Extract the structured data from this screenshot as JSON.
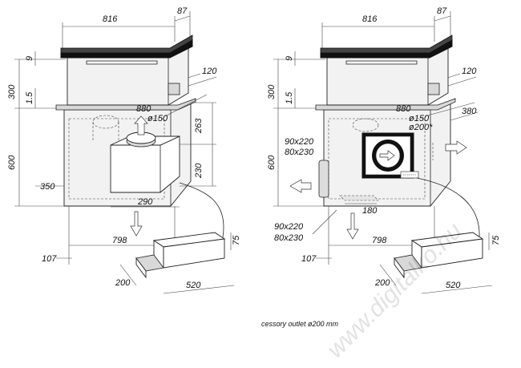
{
  "left": {
    "dims": {
      "w816": "816",
      "w87": "87",
      "h9": "9",
      "h300": "300",
      "h1_5": "1.5",
      "d120": "120",
      "d880": "880",
      "dia150": "ø150",
      "h263": "263",
      "h600": "600",
      "h230": "230",
      "w350": "350",
      "w290": "290",
      "w798": "798",
      "h75": "75",
      "w107": "107",
      "w200": "200",
      "w520": "520"
    }
  },
  "right": {
    "dims": {
      "w816": "816",
      "w87": "87",
      "h9": "9",
      "h300": "300",
      "h1_5": "1.5",
      "d120": "120",
      "d880": "880",
      "dia150": "ø150",
      "dia200": "ø200*",
      "d380": "380",
      "h600": "600",
      "side_90x220": "90x220",
      "side_80x230": "80x230",
      "bot_90x220": "90x220",
      "bot_80x230": "80x230",
      "w180": "180",
      "w798": "798",
      "h75": "75",
      "w107": "107",
      "w200": "200",
      "w520": "520"
    }
  },
  "note": "cessory outlet ø200 mm",
  "watermark": "www.digitalko.hu"
}
